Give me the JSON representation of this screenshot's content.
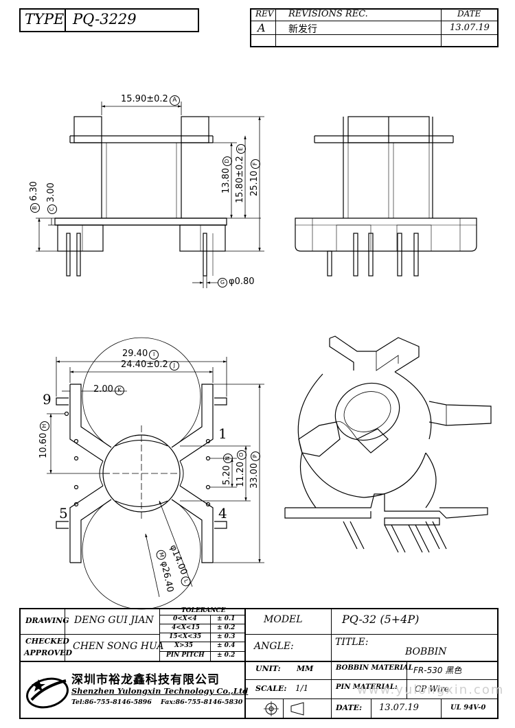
{
  "header": {
    "type_label": "TYPE",
    "type_value": "PQ-3229",
    "rev_label": "REV",
    "revisions_label": "REVISIONS REC.",
    "date_label": "DATE",
    "rev_value": "A",
    "revision_text": "新发行",
    "revision_date": "13.07.19"
  },
  "dims": {
    "d_a": "15.90±0.2",
    "mark_a": "A",
    "d_d": "13.80",
    "mark_d": "D",
    "d_e": "15.80±0.2",
    "mark_e": "E",
    "d_f": "25.10",
    "mark_f": "F",
    "d_b": "6.30",
    "mark_b": "B",
    "d_c": "3.00",
    "mark_c": "C",
    "d_g": "φ0.80",
    "mark_g": "G",
    "d_i": "29.40",
    "mark_i": "I",
    "d_j": "24.40±0.2",
    "mark_j": "J",
    "d_k": "2.00",
    "mark_k": "K",
    "d_h": "10.60",
    "mark_h": "H",
    "d_n": "5.20",
    "mark_n": "N",
    "d_o": "11.20",
    "mark_o": "O",
    "d_p": "33.00",
    "mark_p": "P",
    "d_l": "φ14.00",
    "mark_l": "L",
    "d_m": "φ26.40",
    "mark_m": "M",
    "pin9": "9",
    "pin1": "1",
    "pin5": "5",
    "pin4": "4"
  },
  "titleblock": {
    "drawing_label": "DRAWING",
    "drawing_value": "DENG GUI JIAN",
    "checked_label": "CHECKED",
    "approved_label": "APPROVED",
    "checked_value": "CHEN SONG HUA",
    "tolerance_label": "TOLERANCE",
    "tol": [
      {
        "range": "0<X<4",
        "val": "± 0.1"
      },
      {
        "range": "4<X<15",
        "val": "± 0.2"
      },
      {
        "range": "15<X<35",
        "val": "± 0.3"
      },
      {
        "range": "X>35",
        "val": "± 0.4"
      },
      {
        "range": "PIN PITCH",
        "val": "± 0.2"
      }
    ],
    "model_label": "MODEL",
    "model_value": "PQ-32 (5+4P)",
    "angle_label": "ANGLE:",
    "title_label": "TITLE:",
    "title_value": "BOBBIN",
    "unit_label": "UNIT:",
    "unit_value": "MM",
    "scale_label": "SCALE:",
    "scale_value": "1/1",
    "bobbin_material_label": "BOBBIN MATERIAL",
    "bobbin_material_value": "FR-530 黑色",
    "pin_material_label": "PIN MATERIAL:",
    "pin_material_value": "CP Wire",
    "date_label": "DATE:",
    "date_value": "13.07.19",
    "ul_value": "UL 94V-0",
    "company_cn": "深圳市裕龙鑫科技有限公司",
    "company_en": "Shenzhen Yulongxin Technology Co.,Ltd",
    "tel": "Tel:86-755-8146-5896",
    "fax": "Fax:86-755-8146-5830",
    "watermark": "www.yulongxin.com"
  }
}
